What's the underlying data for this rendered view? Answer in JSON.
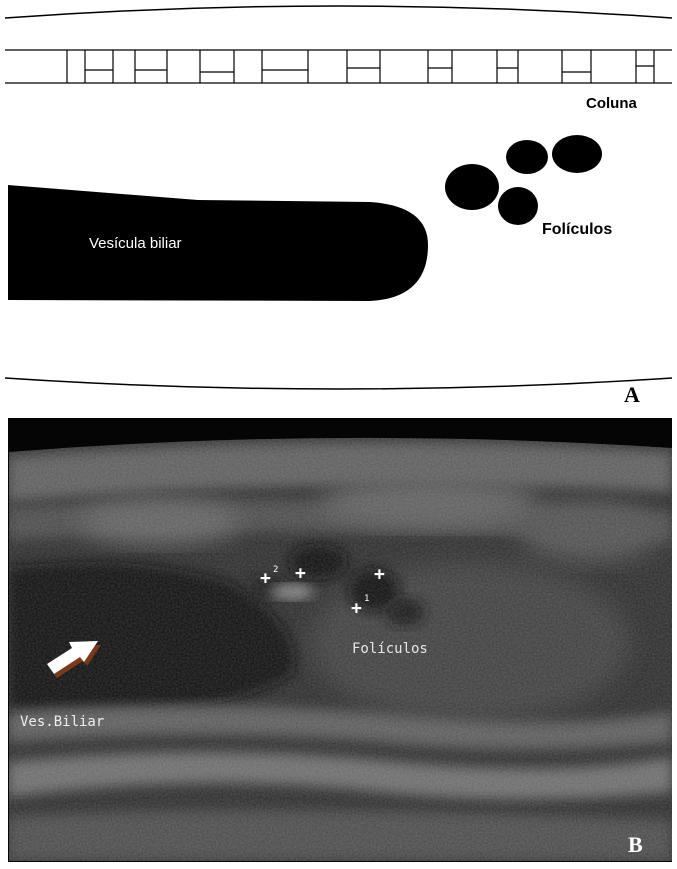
{
  "panel_a": {
    "letter": "A",
    "labels": {
      "spine": "Coluna",
      "gallbladder": "Vesícula biliar",
      "follicles": "Folículos"
    }
  },
  "panel_b": {
    "letter": "B",
    "labels": {
      "gallbladder": "Ves.Biliar",
      "follicles": "Folículos"
    },
    "calipers": [
      {
        "marker": "+",
        "index": "2"
      },
      {
        "marker": "+",
        "index": ""
      },
      {
        "marker": "+",
        "index": ""
      },
      {
        "marker": "+",
        "index": "1"
      }
    ]
  },
  "colors": {
    "schematic_fill": "#000000",
    "ultrasound_background": "#0d0d0d",
    "arrow_fill": "#ffffff",
    "arrow_shadow": "#7a3a1a"
  }
}
